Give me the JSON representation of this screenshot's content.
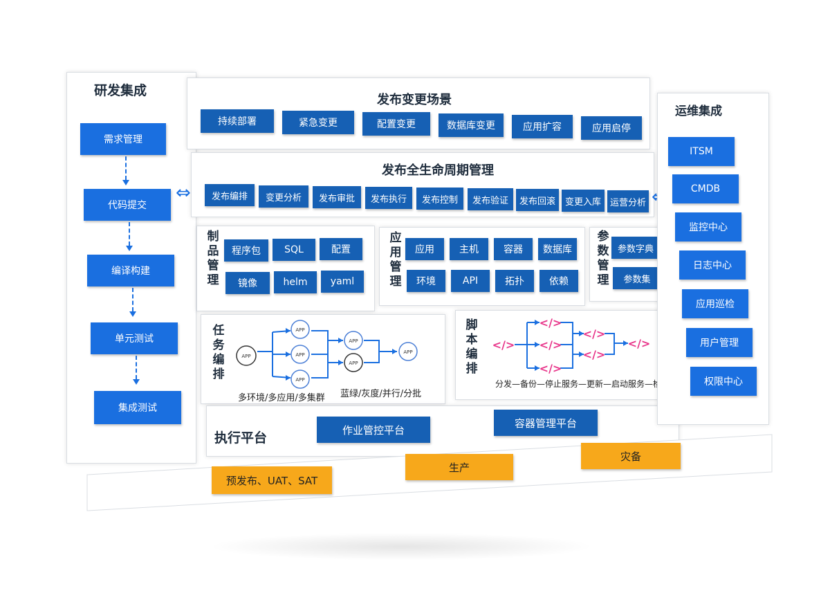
{
  "dev": {
    "title": "研发集成",
    "items": [
      "需求管理",
      "代码提交",
      "编译构建",
      "单元测试",
      "集成测试"
    ]
  },
  "scenes": {
    "title": "发布变更场景",
    "items": [
      "持续部署",
      "紧急变更",
      "配置变更",
      "数据库变更",
      "应用扩容",
      "应用启停"
    ]
  },
  "lifecycle": {
    "title": "发布全生命周期管理",
    "items": [
      "发布编排",
      "变更分析",
      "发布审批",
      "发布执行",
      "发布控制",
      "发布验证",
      "发布回滚",
      "变更入库",
      "运营分析"
    ]
  },
  "artifacts": {
    "title": "制品管理",
    "items": [
      "程序包",
      "SQL",
      "配置",
      "镜像",
      "helm",
      "yaml"
    ]
  },
  "apps": {
    "title": "应用管理",
    "items": [
      "应用",
      "主机",
      "容器",
      "数据库",
      "环境",
      "API",
      "拓扑",
      "依赖"
    ]
  },
  "params": {
    "title": "参数管理",
    "items": [
      "参数字典",
      "参数集"
    ]
  },
  "tasks": {
    "title": "任务编排",
    "node_label": "APP",
    "caption_left": "多环境/多应用/多集群",
    "caption_right": "蓝绿/灰度/并行/分批"
  },
  "scripts": {
    "title": "脚本编排",
    "node_label": "</>",
    "caption": "分发—备份—停止服务—更新—启动服务—检查"
  },
  "exec": {
    "title": "执行平台",
    "items": [
      "作业管控平台",
      "容器管理平台"
    ]
  },
  "envs": {
    "items": [
      "预发布、UAT、SAT",
      "生产",
      "灾备"
    ]
  },
  "ops": {
    "title": "运维集成",
    "items": [
      "ITSM",
      "CMDB",
      "监控中心",
      "日志中心",
      "应用巡检",
      "用户管理",
      "权限中心"
    ]
  },
  "colors": {
    "primary": "#1a6fe0",
    "navy": "#1660b4",
    "orange": "#f7a81b",
    "script_pink": "#e8358a"
  }
}
